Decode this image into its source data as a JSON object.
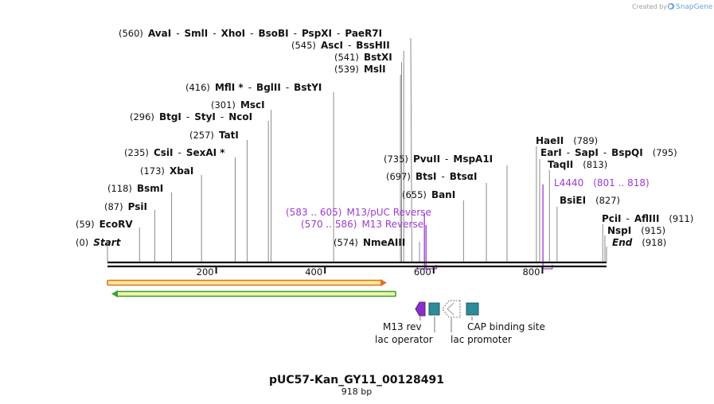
{
  "watermark": {
    "created_by": "Created by",
    "brand": "SnapGene"
  },
  "plasmid": {
    "name": "pUC57-Kan_GY11_00128491",
    "length_label": "918 bp",
    "length_bp": 918
  },
  "axis": {
    "ticks": [
      200,
      400,
      600,
      800
    ]
  },
  "sites": [
    {
      "pos": 0,
      "pos_label": "(0)",
      "names": [
        "Start"
      ],
      "italic": true
    },
    {
      "pos": 59,
      "pos_label": "(59)",
      "names": [
        "EcoRV"
      ]
    },
    {
      "pos": 87,
      "pos_label": "(87)",
      "names": [
        "PsiI"
      ]
    },
    {
      "pos": 118,
      "pos_label": "(118)",
      "names": [
        "BsmI"
      ]
    },
    {
      "pos": 173,
      "pos_label": "(173)",
      "names": [
        "XbaI"
      ]
    },
    {
      "pos": 235,
      "pos_label": "(235)",
      "names": [
        "CsiI",
        "SexAI *"
      ]
    },
    {
      "pos": 257,
      "pos_label": "(257)",
      "names": [
        "TatI"
      ]
    },
    {
      "pos": 296,
      "pos_label": "(296)",
      "names": [
        "BtgI",
        "StyI",
        "NcoI"
      ]
    },
    {
      "pos": 301,
      "pos_label": "(301)",
      "names": [
        "MscI"
      ]
    },
    {
      "pos": 416,
      "pos_label": "(416)",
      "names": [
        "MflI *",
        "BglII",
        "BstYI"
      ]
    },
    {
      "pos": 560,
      "pos_label": "(560)",
      "names": [
        "AvaI",
        "SmlI",
        "XhoI",
        "BsoBI",
        "PspXI",
        "PaeR7I"
      ]
    },
    {
      "pos": 545,
      "pos_label": "(545)",
      "names": [
        "AscI",
        "BssHII"
      ]
    },
    {
      "pos": 541,
      "pos_label": "(541)",
      "names": [
        "BstXI"
      ]
    },
    {
      "pos": 539,
      "pos_label": "(539)",
      "names": [
        "MslI"
      ]
    },
    {
      "pos": 574,
      "pos_label": "(574)",
      "names": [
        "NmeAIII"
      ]
    },
    {
      "pos": 655,
      "pos_label": "(655)",
      "names": [
        "BanI"
      ]
    },
    {
      "pos": 697,
      "pos_label": "(697)",
      "names": [
        "BtsI",
        "BtsαI"
      ]
    },
    {
      "pos": 735,
      "pos_label": "(735)",
      "names": [
        "PvuII",
        "MspA1I"
      ]
    },
    {
      "pos": 789,
      "pos_label": "(789)",
      "names": [
        "HaeII"
      ]
    },
    {
      "pos": 795,
      "pos_label": "(795)",
      "names": [
        "EarI",
        "SapI",
        "BspQI"
      ]
    },
    {
      "pos": 813,
      "pos_label": "(813)",
      "names": [
        "TaqII"
      ]
    },
    {
      "pos": 827,
      "pos_label": "(827)",
      "names": [
        "BsiEI"
      ]
    },
    {
      "pos": 911,
      "pos_label": "(911)",
      "names": [
        "PciI",
        "AflIII"
      ]
    },
    {
      "pos": 915,
      "pos_label": "(915)",
      "names": [
        "NspI"
      ]
    },
    {
      "pos": 918,
      "pos_label": "(918)",
      "names": [
        "End"
      ],
      "italic": true
    }
  ],
  "primers": [
    {
      "range_label": "(583 .. 605)",
      "name": "M13/pUC Reverse",
      "start": 583,
      "end": 605
    },
    {
      "range_label": "(570 .. 586)",
      "name": "M13 Reverse",
      "start": 570,
      "end": 586
    },
    {
      "range_label": "(801 .. 818)",
      "name": "L4440",
      "start": 801,
      "end": 818
    }
  ],
  "features": [
    {
      "name": "M13 rev",
      "color": "#8b2fc9"
    },
    {
      "name": "lac operator",
      "color": "#2e8b9a"
    },
    {
      "name": "lac promoter",
      "color": "#ffffff"
    },
    {
      "name": "CAP binding site",
      "color": "#2e8b9a"
    }
  ],
  "colors": {
    "primer": "#9a3bd1",
    "orf_orange": "#e07020",
    "orf_green": "#3aa030"
  }
}
